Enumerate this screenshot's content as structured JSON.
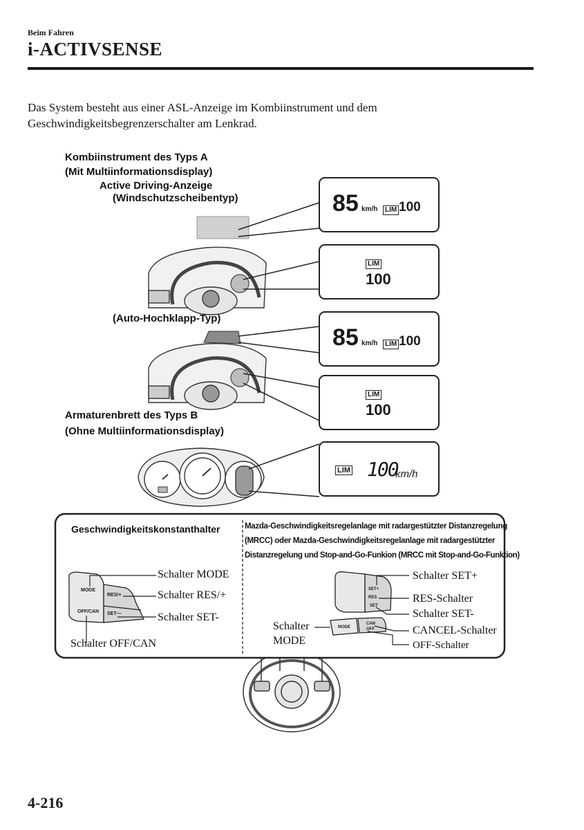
{
  "header": {
    "section": "Beim Fahren",
    "title": "i-ACTIVSENSE"
  },
  "intro": "Das System besteht aus einer ASL-Anzeige im Kombiinstrument und dem Geschwindigkeitsbegrenzerschalter am Lenkrad.",
  "typeA": {
    "label1": "Kombiinstrument des Typs A",
    "label2": "(Mit Multiinformationsdisplay)",
    "adLabel1": "Active Driving-Anzeige",
    "adLabel2": "(Windschutzscheibentyp)",
    "autoLabel": "(Auto-Hochklapp-Typ)"
  },
  "typeB": {
    "label1": "Armaturenbrett des Typs B",
    "label2": "(Ohne Multiinformationsdisplay)"
  },
  "displays": {
    "speed": "85",
    "speedUnit": "km/h",
    "lim": "LIM",
    "limit": "100",
    "segLimit": "100",
    "segUnit": "km/h"
  },
  "switches": {
    "leftTitle": "Geschwindigkeitskonstanthalter",
    "rightTitle1": "Mazda-Geschwindigkeitsregelanlage mit radargestützter Distanzregelung",
    "rightTitle2": "(MRCC) oder Mazda-Geschwindigkeitsregelanlage mit radargestützter",
    "rightTitle3": "Distanzregelung und Stop-and-Go-Funkion (MRCC mit Stop-and-Go-Funktion)",
    "left": {
      "mode": "Schalter MODE",
      "res": "Schalter RES/+",
      "set": "Schalter SET-",
      "offcan": "Schalter OFF/CAN",
      "btnMode": "MODE",
      "btnRes": "RES/+",
      "btnSet": "SET—",
      "btnOffcan": "OFF/CAN"
    },
    "right": {
      "setPlus": "Schalter SET+",
      "res": "RES-Schalter",
      "setMinus": "Schalter SET-",
      "mode1": "Schalter",
      "mode2": "MODE",
      "cancel": "CANCEL-Schalter",
      "off": "OFF-Schalter",
      "btnMode": "MODE",
      "btnCan": "CAN",
      "btnOff": "OFF",
      "btnSet": "SET",
      "btnSetPlus": "SET+",
      "btnRes": "RES"
    }
  },
  "pageNumber": "4-216"
}
